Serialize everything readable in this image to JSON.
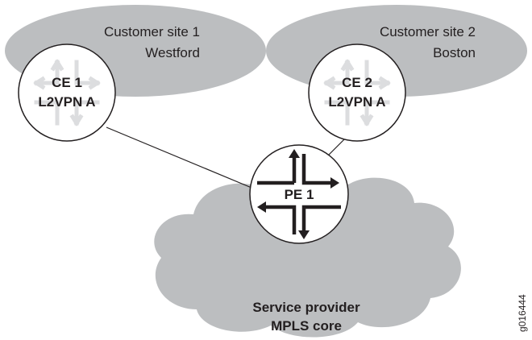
{
  "sites": [
    {
      "name": "Customer site 1",
      "location": "Westford"
    },
    {
      "name": "Customer site 2",
      "location": "Boston"
    }
  ],
  "routers": {
    "ce1": {
      "line1": "CE 1",
      "line2": "L2VPN A"
    },
    "ce2": {
      "line1": "CE 2",
      "line2": "L2VPN A"
    },
    "pe1": {
      "label": "PE 1"
    }
  },
  "core": {
    "line1": "Service provider",
    "line2": "MPLS core"
  },
  "figure_id": "g016444",
  "colors": {
    "cloud_fill": "#bcbec0",
    "router_fill": "#ffffff",
    "outline": "#231f20",
    "ce_arrow": "#dcdddf",
    "pe_arrow": "#231f20"
  }
}
